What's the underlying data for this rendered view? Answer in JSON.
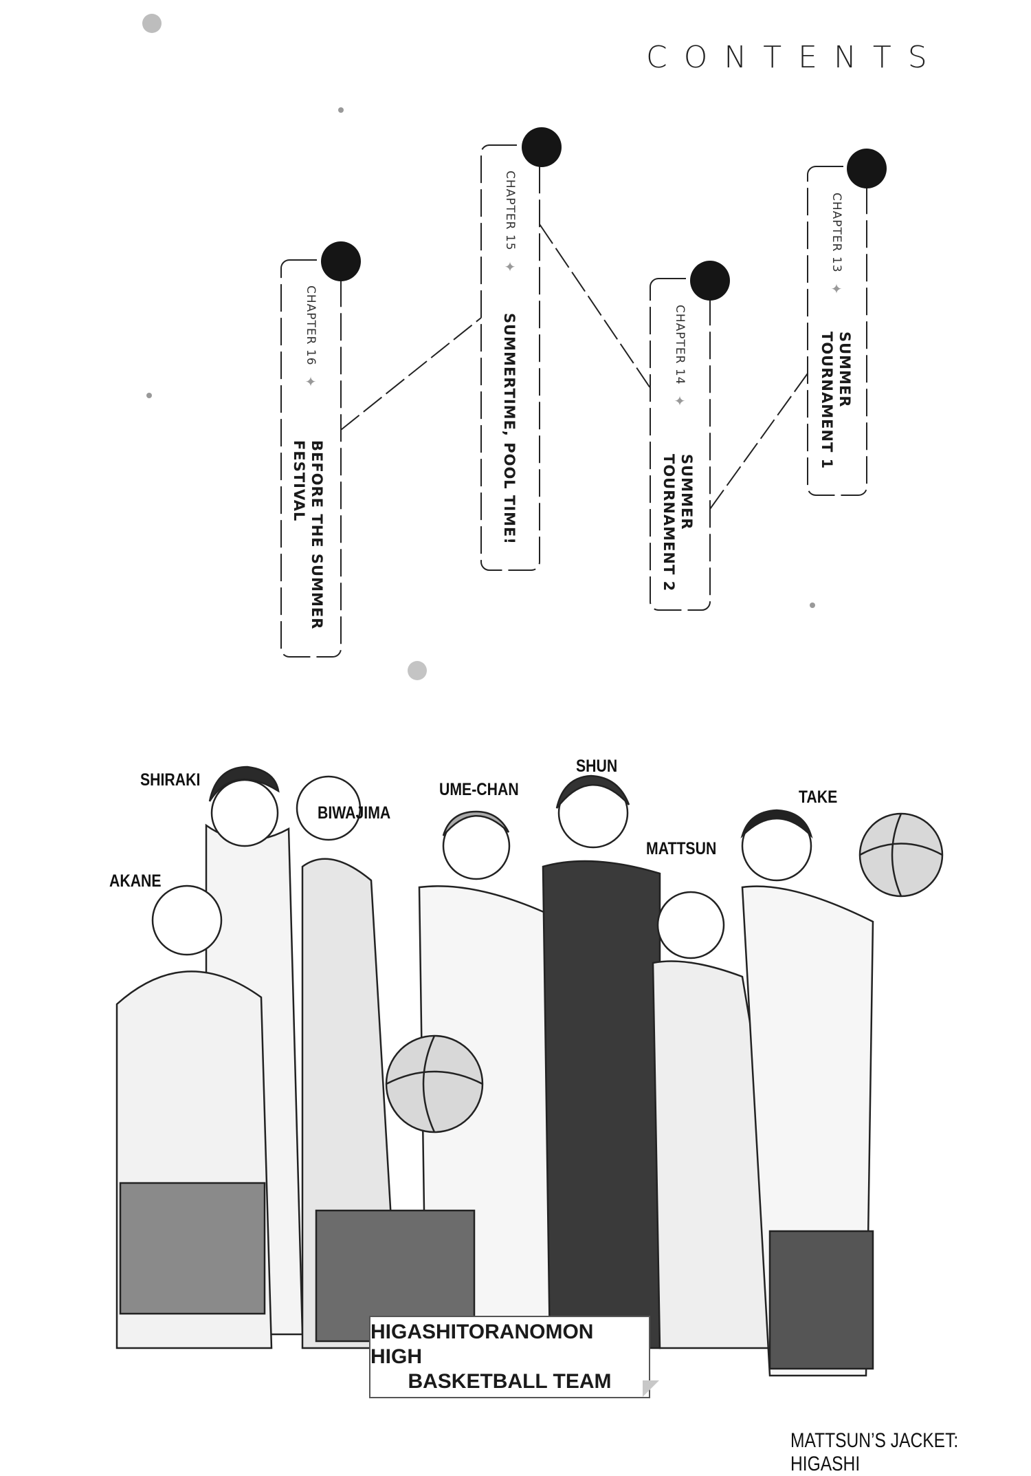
{
  "header": {
    "title": "CONTENTS"
  },
  "chapters": [
    {
      "label": "CHAPTER 13",
      "title_lines": [
        "SUMMER",
        "TOURNAMENT 1"
      ]
    },
    {
      "label": "CHAPTER 14",
      "title_lines": [
        "SUMMER",
        "TOURNAMENT 2"
      ]
    },
    {
      "label": "CHAPTER 15",
      "title_lines": [
        "SUMMERTIME, POOL TIME!"
      ]
    },
    {
      "label": "CHAPTER 16",
      "title_lines": [
        "BEFORE THE SUMMER",
        "FESTIVAL"
      ]
    }
  ],
  "star_icon": "✦",
  "characters": [
    "SHIRAKI",
    "BIWAJIMA",
    "UME-CHAN",
    "SHUN",
    "TAKE",
    "MATTSUN",
    "AKANE"
  ],
  "banner": {
    "line1": "HIGASHITORANOMON HIGH",
    "line2": "BASKETBALL TEAM"
  },
  "caption": "MATTSUN’S JACKET: HIGASHI",
  "colors": {
    "ink": "#1a1a1a",
    "dot_gray": "#bdbdbd"
  }
}
